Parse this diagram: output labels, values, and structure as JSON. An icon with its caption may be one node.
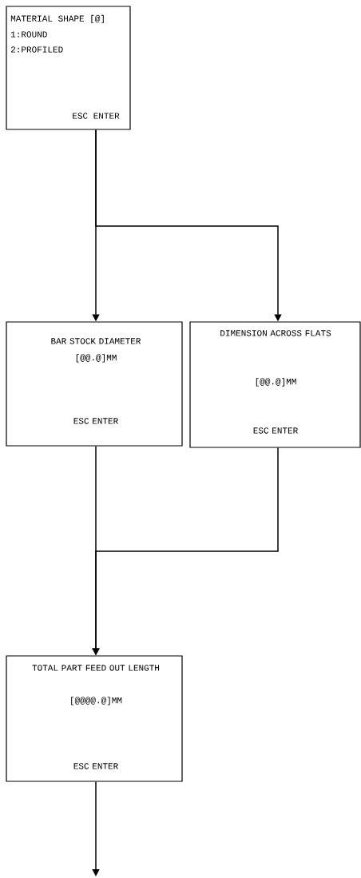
{
  "diagram": {
    "nodes": [
      {
        "text": [
          "MATERIAL SHAPE [@]",
          "1:ROUND",
          "2:PROFILED",
          "ESC  ENTER"
        ]
      },
      {
        "text": [
          "BAR STOCK DIAMETER",
          "[@@.@]MM",
          "ESC  ENTER"
        ]
      },
      {
        "text": [
          "DIMENSION ACROSS FLATS",
          "[@@.@]MM",
          "ESC  ENTER"
        ]
      },
      {
        "text": [
          "TOTAL PART FEED OUT LENGTH",
          "[@@@@.@]MM",
          "ESC  ENTER"
        ]
      }
    ],
    "edges": [
      {
        "from": 0,
        "to": 1,
        "arrow": "to"
      },
      {
        "from": 0,
        "to": 2,
        "arrow": "to"
      },
      {
        "from": 1,
        "to": 3,
        "arrow": "to"
      },
      {
        "from": 2,
        "to": 3,
        "arrow": "to"
      },
      {
        "from": 3,
        "to": null,
        "arrow": "to"
      }
    ]
  }
}
